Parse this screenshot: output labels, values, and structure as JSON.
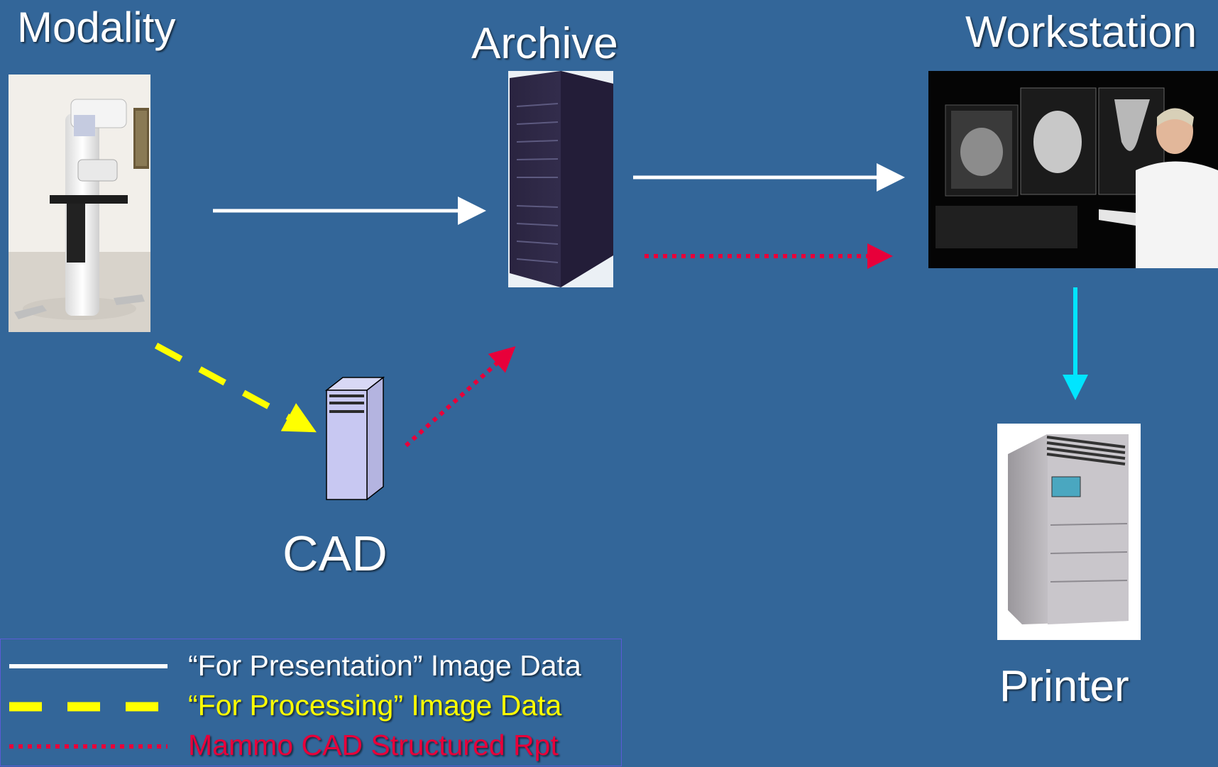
{
  "nodes": {
    "modality": {
      "label": "Modality"
    },
    "archive": {
      "label": "Archive"
    },
    "workstation": {
      "label": "Workstation"
    },
    "cad": {
      "label": "CAD"
    },
    "printer": {
      "label": "Printer"
    }
  },
  "legend": {
    "items": [
      {
        "label": "“For Presentation” Image Data",
        "color": "#ffffff",
        "style": "solid"
      },
      {
        "label": "“For Processing” Image Data",
        "color": "#ffff00",
        "style": "dashed"
      },
      {
        "label": "Mammo CAD Structured Rpt",
        "color": "#e8003a",
        "style": "dotted"
      }
    ]
  },
  "colors": {
    "background": "#336699",
    "presentation": "#ffffff",
    "processing": "#ffff00",
    "structured_report": "#e8003a",
    "print": "#00e5ff"
  },
  "edges": [
    {
      "from": "modality",
      "to": "archive",
      "type": "presentation"
    },
    {
      "from": "archive",
      "to": "workstation",
      "type": "presentation"
    },
    {
      "from": "archive",
      "to": "workstation",
      "type": "structured_report"
    },
    {
      "from": "modality",
      "to": "cad",
      "type": "processing"
    },
    {
      "from": "cad",
      "to": "archive",
      "type": "structured_report"
    },
    {
      "from": "workstation",
      "to": "printer",
      "type": "print"
    }
  ]
}
